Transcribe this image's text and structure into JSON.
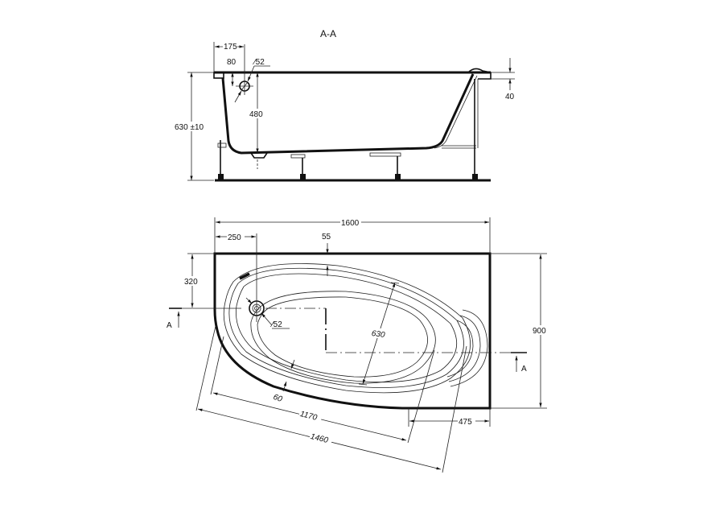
{
  "section_view": {
    "title": "A-A",
    "dims": {
      "overflow_offset": "175",
      "overflow_depth": "80",
      "overflow_diameter": "∕52",
      "drain_depth": "480",
      "total_height": "630 ±10",
      "rim_thickness": "40"
    }
  },
  "plan_view": {
    "dims": {
      "length": "1600",
      "drain_offset_x": "250",
      "rim_top": "55",
      "drain_offset_y": "320",
      "drain_diameter": "∕52",
      "basin_width": "630",
      "width": "900",
      "rim_front": "60",
      "basin_length": "1170",
      "front_length": "1460",
      "straight_end": "475"
    },
    "section_marker_left": "A",
    "section_marker_right": "A"
  }
}
